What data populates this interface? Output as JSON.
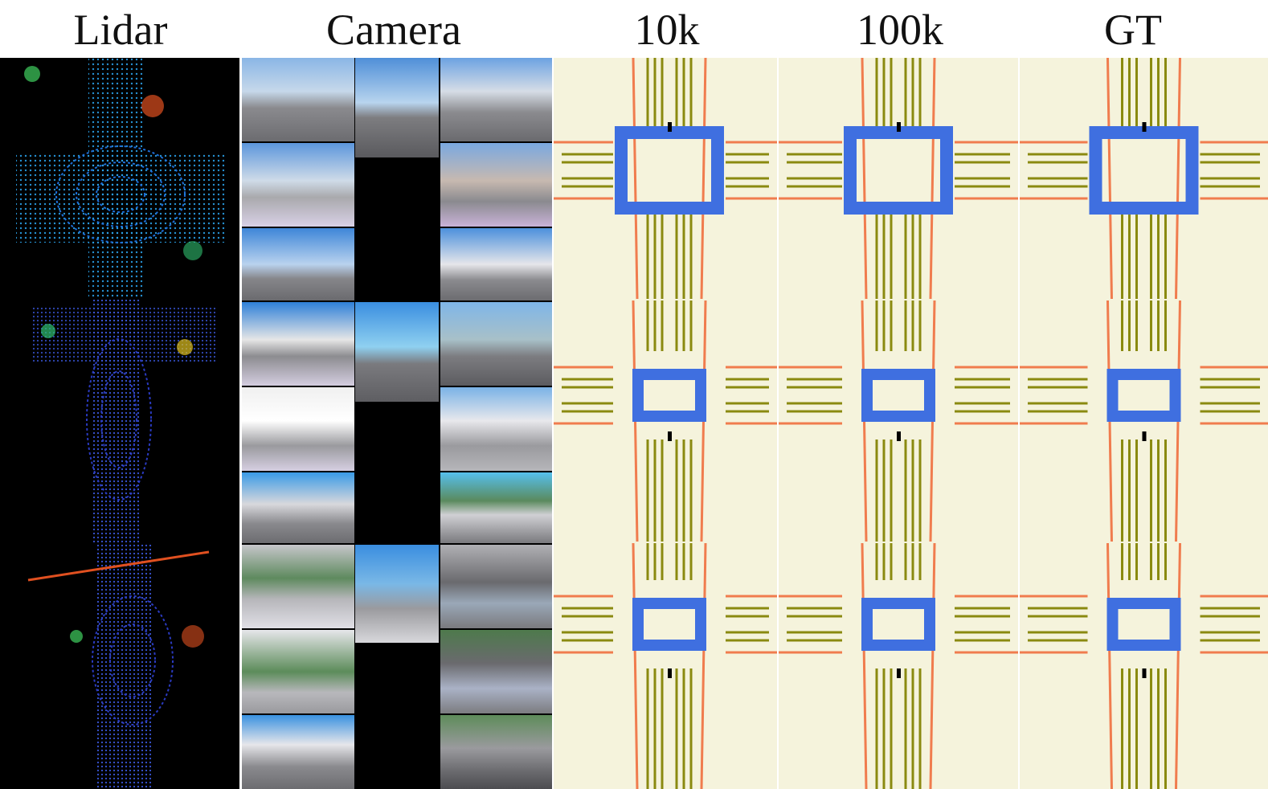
{
  "columns": {
    "lidar": "Lidar",
    "camera": "Camera",
    "map_10k": "10k",
    "map_100k": "100k",
    "map_gt": "GT"
  },
  "colors": {
    "background": "#ffffff",
    "map_background": "#f5f3dc",
    "road_boundary": "#f07c4e",
    "lane_divider": "#8a8a10",
    "crosswalk": "#3f6fe0",
    "ego_marker": "#000000",
    "lidar_background": "#000000",
    "camera_background": "#000000"
  },
  "icons": {
    "ego": "ego-vehicle-marker"
  }
}
